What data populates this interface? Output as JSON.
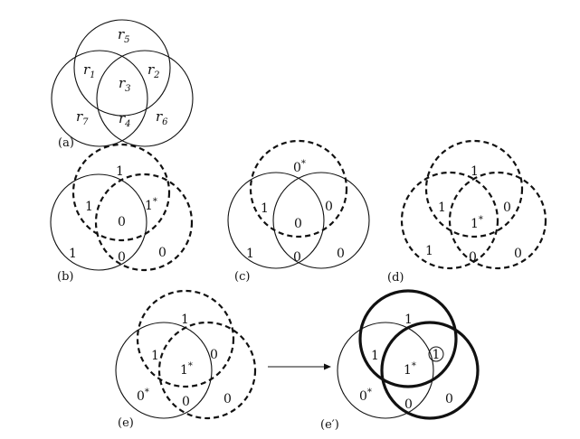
{
  "panels": {
    "a": {
      "label": "(a)",
      "regions": [
        {
          "letter": "r",
          "sub": "5"
        },
        {
          "letter": "r",
          "sub": "1"
        },
        {
          "letter": "r",
          "sub": "2"
        },
        {
          "letter": "r",
          "sub": "3"
        },
        {
          "letter": "r",
          "sub": "7"
        },
        {
          "letter": "r",
          "sub": "4"
        },
        {
          "letter": "r",
          "sub": "6"
        }
      ]
    },
    "b": {
      "label": "(b)",
      "circle_styles": {
        "top": "dashed",
        "left": "solid",
        "right": "dashed"
      },
      "values": [
        "1",
        "1",
        "1",
        "0",
        "1",
        "0",
        "0"
      ],
      "stars": [
        "",
        "",
        "*",
        "",
        "",
        "",
        ""
      ]
    },
    "c": {
      "label": "(c)",
      "circle_styles": {
        "top": "dashed",
        "left": "solid",
        "right": "solid"
      },
      "values": [
        "0",
        "1",
        "0",
        "0",
        "1",
        "0",
        "0"
      ],
      "stars": [
        "*",
        "",
        "",
        "",
        "",
        "",
        ""
      ]
    },
    "d": {
      "label": "(d)",
      "circle_styles": {
        "top": "dashed",
        "left": "dashed",
        "right": "dashed"
      },
      "values": [
        "1",
        "1",
        "0",
        "1",
        "1",
        "0",
        "0"
      ],
      "stars": [
        "",
        "",
        "",
        "*",
        "",
        "",
        ""
      ]
    },
    "e": {
      "label": "(e)",
      "circle_styles": {
        "top": "dashed",
        "left": "solid",
        "right": "dashed"
      },
      "values": [
        "1",
        "1",
        "0",
        "1",
        "0",
        "0",
        "0"
      ],
      "stars": [
        "",
        "",
        "",
        "*",
        "*",
        "",
        ""
      ]
    },
    "e_prime": {
      "label": "(e′)",
      "circle_styles": {
        "top": "bold",
        "left": "solid",
        "right": "bold"
      },
      "values": [
        "1",
        "1",
        "1",
        "1",
        "0",
        "0",
        "0"
      ],
      "stars": [
        "",
        "",
        "",
        "*",
        "*",
        "",
        ""
      ],
      "circled_value": "1"
    }
  }
}
